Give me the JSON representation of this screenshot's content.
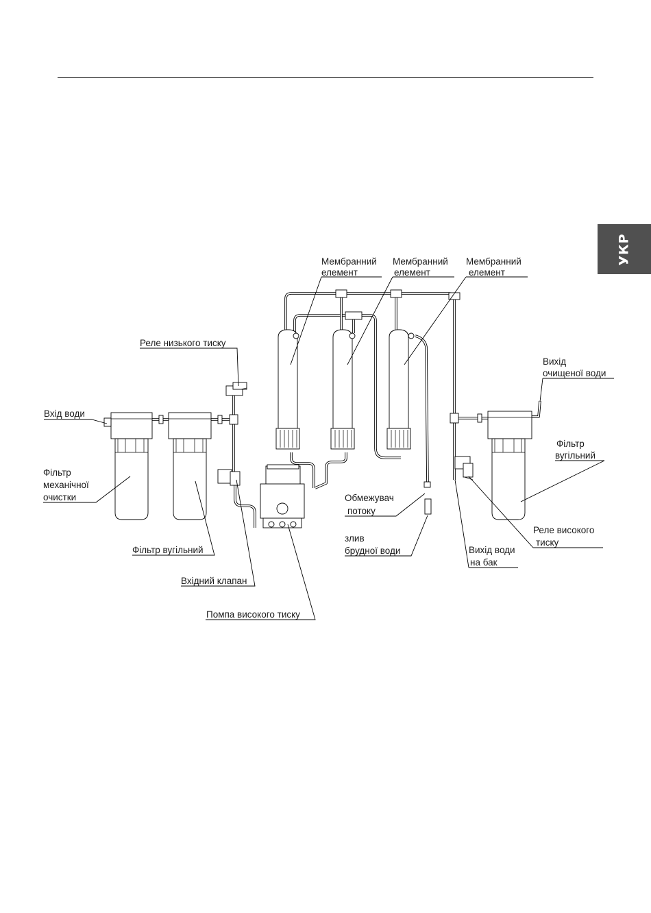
{
  "language_tab": "УКР",
  "labels": {
    "membrane_1_line1": "Мембранний",
    "membrane_1_line2": "елемент",
    "membrane_2_line1": "Мембранний",
    "membrane_2_line2": "елемент",
    "membrane_3_line1": "Мембранний",
    "membrane_3_line2": "елемент",
    "low_pressure_relay": "Реле низького тиску",
    "water_inlet": "Вхід води",
    "purified_outlet_line1": "Вихід",
    "purified_outlet_line2": "очищеної води",
    "mech_filter_line1": "Фільтр",
    "mech_filter_line2": "механічної",
    "mech_filter_line3": "очистки",
    "carbon_filter_left": "Фільтр вугільний",
    "carbon_filter_right_line1": "Фільтр",
    "carbon_filter_right_line2": "вугільний",
    "flow_restrictor_line1": "Обмежувач",
    "flow_restrictor_line2": "потоку",
    "drain_line1": "злив",
    "drain_line2": "брудної води",
    "high_pressure_relay_line1": "Реле високого",
    "high_pressure_relay_line2": "тиску",
    "tank_outlet_line1": "Вихід води",
    "tank_outlet_line2": "на бак",
    "inlet_valve": "Вхідний клапан",
    "pump": "Помпа високого тиску"
  }
}
